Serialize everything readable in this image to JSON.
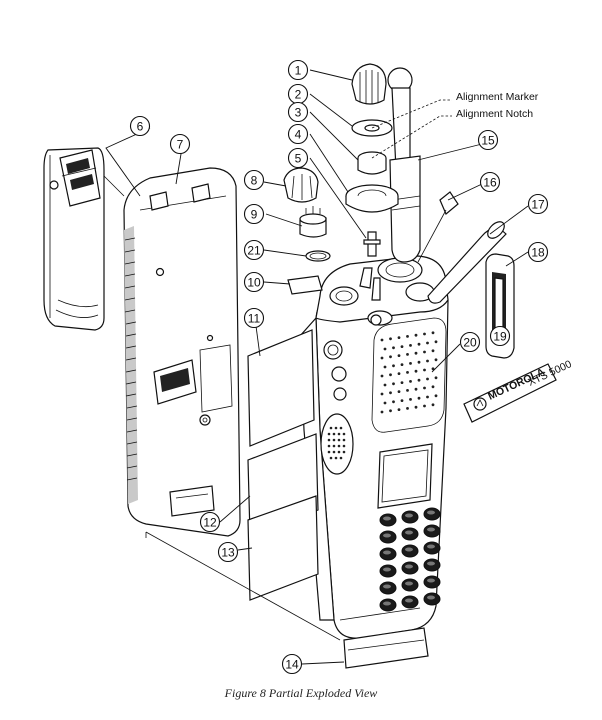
{
  "diagram": {
    "caption": "Figure 8 Partial Exploded View",
    "annotations": {
      "alignment_marker": "Alignment Marker",
      "alignment_notch": "Alignment Notch"
    },
    "callouts": [
      "1",
      "2",
      "3",
      "4",
      "5",
      "6",
      "7",
      "8",
      "9",
      "10",
      "11",
      "12",
      "13",
      "14",
      "15",
      "16",
      "17",
      "18",
      "19",
      "20",
      "21"
    ],
    "logo": {
      "brand": "MOTOROLA",
      "model": "XTS 5000"
    }
  }
}
